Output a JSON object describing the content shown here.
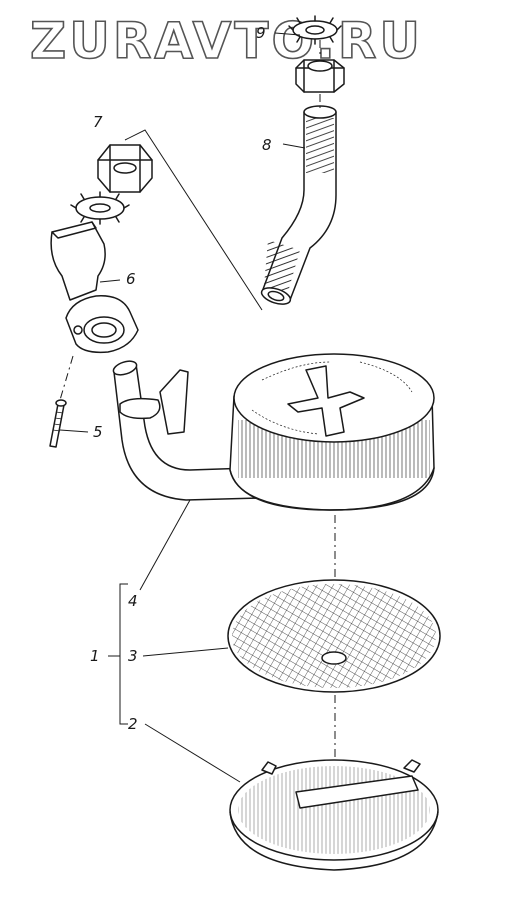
{
  "watermark": "ZURAVTO.RU",
  "callouts": {
    "c1": "1",
    "c2": "2",
    "c3": "3",
    "c4": "4",
    "c5": "5",
    "c6": "6",
    "c7": "7",
    "c8": "8",
    "c9": "9"
  },
  "colors": {
    "ink": "#1a1a1a",
    "paper": "#ffffff",
    "watermark_stroke": "#555555"
  }
}
